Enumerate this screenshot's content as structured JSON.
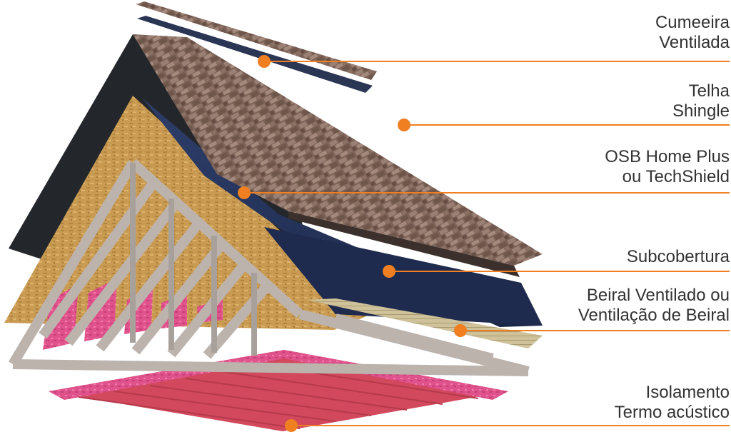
{
  "colors": {
    "leader": "#F07F22",
    "marker": "#F07F22",
    "text": "#333333"
  },
  "layers": [
    {
      "id": "ridge-vent",
      "lines": [
        "Cumeeira",
        "Ventilada"
      ]
    },
    {
      "id": "shingle",
      "lines": [
        "Telha",
        "Shingle"
      ]
    },
    {
      "id": "osb",
      "lines": [
        "OSB Home Plus",
        "ou TechShield"
      ]
    },
    {
      "id": "underlayment",
      "lines": [
        "Subcobertura"
      ]
    },
    {
      "id": "eave-vent",
      "lines": [
        "Beiral Ventilado ou",
        "Ventilação de Beiral"
      ]
    },
    {
      "id": "insulation",
      "lines": [
        "Isolamento",
        "Termo acústico"
      ]
    }
  ]
}
